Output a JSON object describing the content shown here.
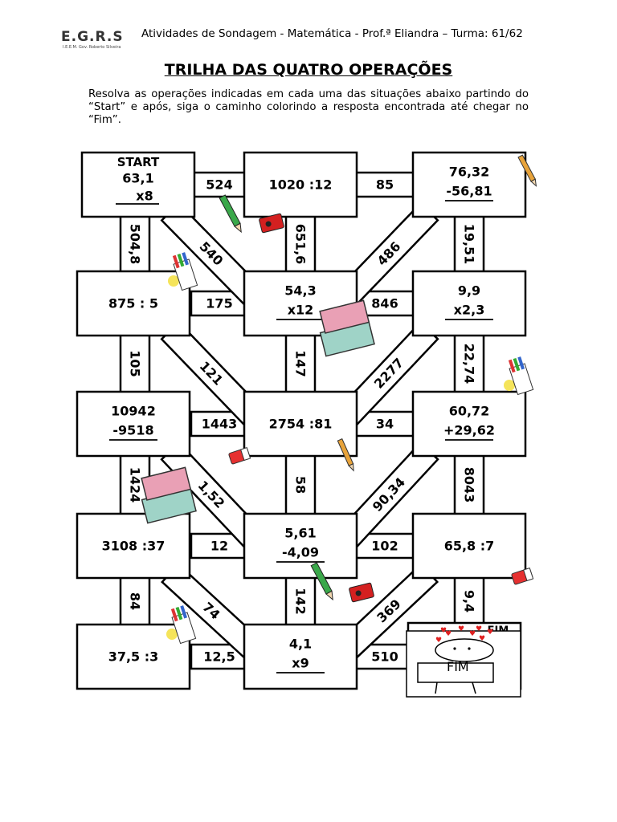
{
  "header": {
    "logo_text": "E.G.R.S",
    "logo_subtext": "I.E.E.M. Gov. Roberto Silveira",
    "info": "Atividades de Sondagem - Matemática - Prof.ª Eliandra – Turma: 61/62"
  },
  "title": "TRILHA DAS QUATRO OPERAÇÕES",
  "instructions": "Resolva as operações indicadas em cada uma das situações abaixo partindo do “Start” e após, siga o caminho colorindo a resposta encontrada até chegar no “Fim”.",
  "maze": {
    "start_label": "START",
    "end_label": "FIM",
    "fim_banner": "FIM",
    "boxes": {
      "b00": [
        "63,1",
        "x8"
      ],
      "b01": [
        "1020 :12"
      ],
      "b02": [
        "76,32",
        "-56,81"
      ],
      "b10": [
        "875 : 5"
      ],
      "b11": [
        "54,3",
        "x12"
      ],
      "b12": [
        "9,9",
        "x2,3"
      ],
      "b20": [
        "10942",
        "-9518"
      ],
      "b21": [
        "2754 :81"
      ],
      "b22": [
        "60,72",
        "+29,62"
      ],
      "b30": [
        "3108 :37"
      ],
      "b31": [
        "5,61",
        "-4,09"
      ],
      "b32": [
        "65,8 :7"
      ],
      "b40": [
        "37,5 :3"
      ],
      "b41": [
        "4,1",
        "x9"
      ]
    },
    "connectors": {
      "h00": "524",
      "h01": "85",
      "h10": "175",
      "h11": "846",
      "h20": "1443",
      "h21": "34",
      "h30": "12",
      "h31": "102",
      "h40": "12,5",
      "h41": "510",
      "v00": "504,8",
      "v01": "651,6",
      "v02": "19,51",
      "v10": "105",
      "v11": "147",
      "v12": "22,74",
      "v20": "1424",
      "v21": "58",
      "v22": "8043",
      "v30": "84",
      "v31": "142",
      "v32": "9,4",
      "dl0": "540",
      "dr0": "486",
      "dl1": "121",
      "dr1": "2277",
      "dl2": "1,52",
      "dr2": "90,34",
      "dl3": "74",
      "dr3": "369"
    }
  }
}
